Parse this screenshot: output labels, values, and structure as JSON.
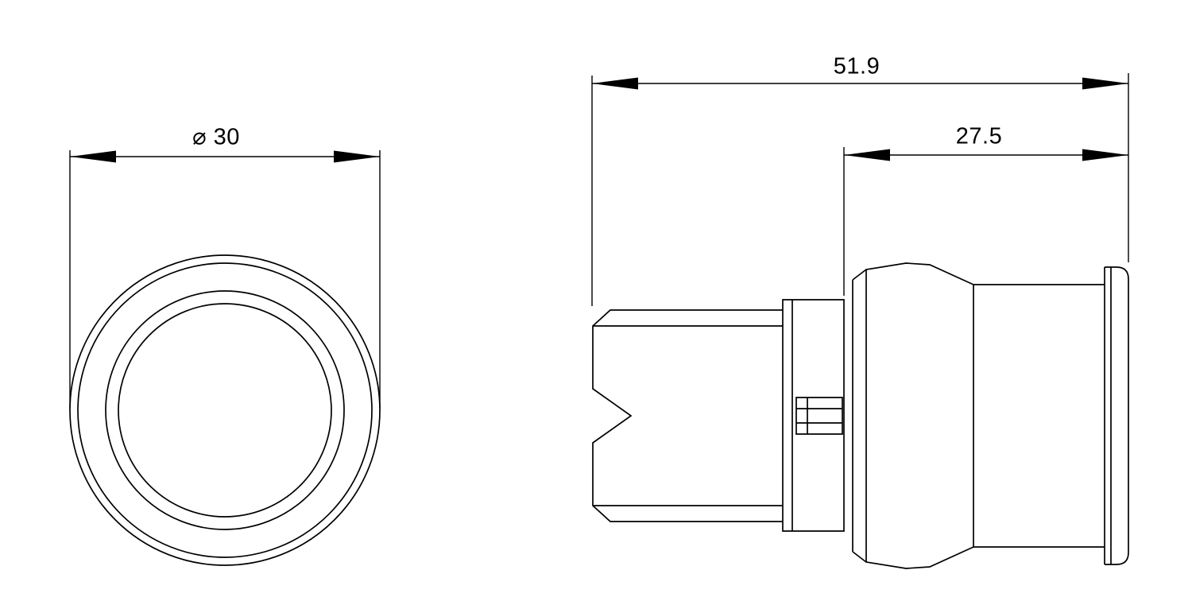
{
  "drawing": {
    "type": "technical-dimension-drawing",
    "subject": "mushroom pushbutton actuator, front and side orthographic views",
    "colors": {
      "line": "#000000",
      "background": "#ffffff",
      "text": "#000000"
    }
  },
  "dimensions": {
    "diameter": {
      "label": "⌀ 30",
      "value": 30,
      "type": "diameter"
    },
    "overall_length": {
      "label": "51.9",
      "value": 51.9,
      "type": "linear"
    },
    "head_length": {
      "label": "27.5",
      "value": 27.5,
      "type": "linear"
    }
  }
}
